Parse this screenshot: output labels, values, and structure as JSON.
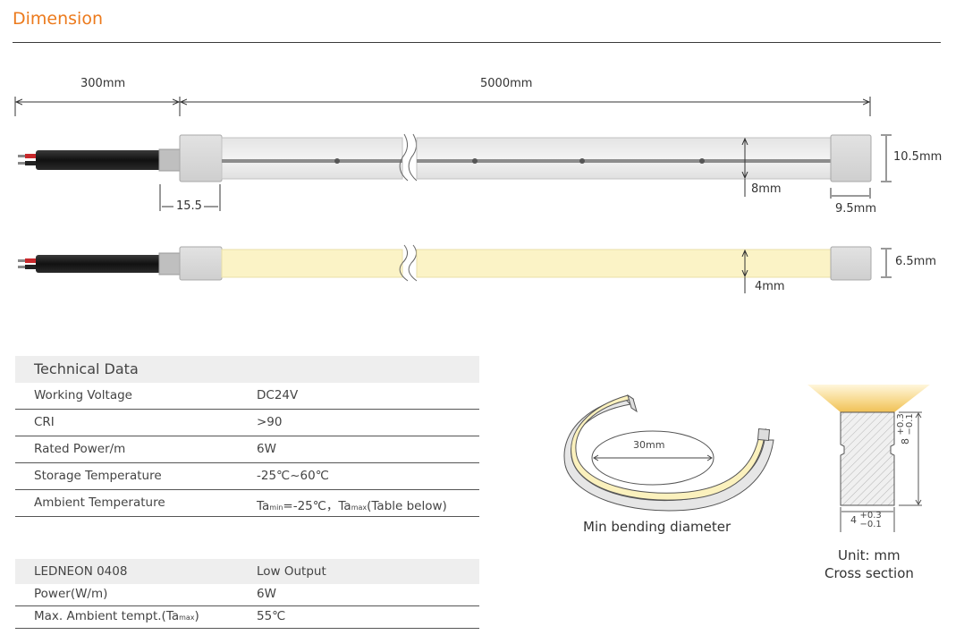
{
  "title": "Dimension",
  "dims": {
    "lead_length": "300mm",
    "strip_length": "5000mm",
    "connector_inset": "15.5",
    "height_top": "10.5mm",
    "inner_top": "8mm",
    "cap_width": "9.5mm",
    "height_bottom": "6.5mm",
    "inner_bottom": "4mm"
  },
  "technical": {
    "header": "Technical Data",
    "rows": [
      {
        "label": "Working Voltage",
        "value": "DC24V"
      },
      {
        "label": "CRI",
        "value": ">90"
      },
      {
        "label": "Rated Power/m",
        "value": "6W"
      },
      {
        "label": "Storage Temperature",
        "value": "-25℃~60℃"
      },
      {
        "label": "Ambient Temperature",
        "value_pre": "Ta",
        "value_sub1": "min",
        "value_mid": "=-25℃，Ta",
        "value_sub2": "max",
        "value_post": "(Table below)"
      }
    ]
  },
  "model": {
    "header_label": "LEDNEON 0408",
    "header_value": "Low Output",
    "rows": [
      {
        "label": "Power(W/m)",
        "value": "6W"
      },
      {
        "label_pre": "Max. Ambient tempt.(Ta",
        "label_sub": "max",
        "label_post": ")",
        "value": "55℃"
      }
    ]
  },
  "bending": {
    "diameter_label": "30mm",
    "caption": "Min bending diameter"
  },
  "cross": {
    "height_value": "8",
    "height_plus": "+0.3",
    "height_minus": "−0.1",
    "width_value": "4",
    "width_plus": "+0.3",
    "width_minus": "−0.1",
    "unit": "Unit: mm",
    "caption": "Cross section"
  }
}
